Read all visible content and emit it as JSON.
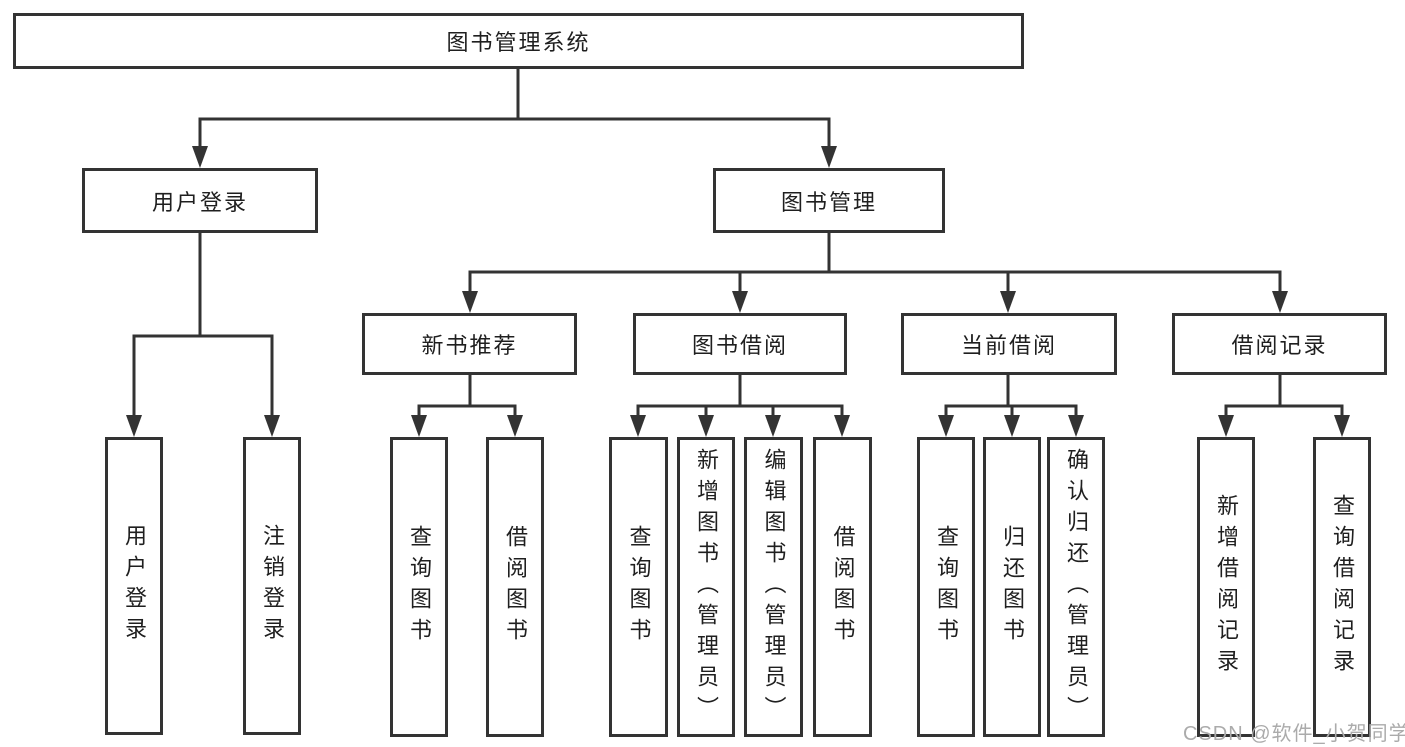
{
  "colors": {
    "background": "#ffffff",
    "line": "#333333",
    "box_border": "#333333",
    "box_fill": "#ffffff",
    "text": "#1f1f1f",
    "watermark": "#ababab"
  },
  "watermark": "CSDN @软件_小贺同学",
  "diagram": {
    "type": "tree",
    "root": {
      "label": "图书管理系统"
    },
    "branches": [
      {
        "label": "用户登录",
        "children": [
          {
            "label": "用户登录"
          },
          {
            "label": "注销登录"
          }
        ]
      },
      {
        "label": "图书管理",
        "children": [
          {
            "label": "新书推荐",
            "children": [
              {
                "label": "查询图书"
              },
              {
                "label": "借阅图书"
              }
            ]
          },
          {
            "label": "图书借阅",
            "children": [
              {
                "label": "查询图书"
              },
              {
                "label": "新增图书（管理员）"
              },
              {
                "label": "编辑图书（管理员）"
              },
              {
                "label": "借阅图书"
              }
            ]
          },
          {
            "label": "当前借阅",
            "children": [
              {
                "label": "查询图书"
              },
              {
                "label": "归还图书"
              },
              {
                "label": "确认归还（管理员）"
              }
            ]
          },
          {
            "label": "借阅记录",
            "children": [
              {
                "label": "新增借阅记录"
              },
              {
                "label": "查询借阅记录"
              }
            ]
          }
        ]
      }
    ]
  }
}
